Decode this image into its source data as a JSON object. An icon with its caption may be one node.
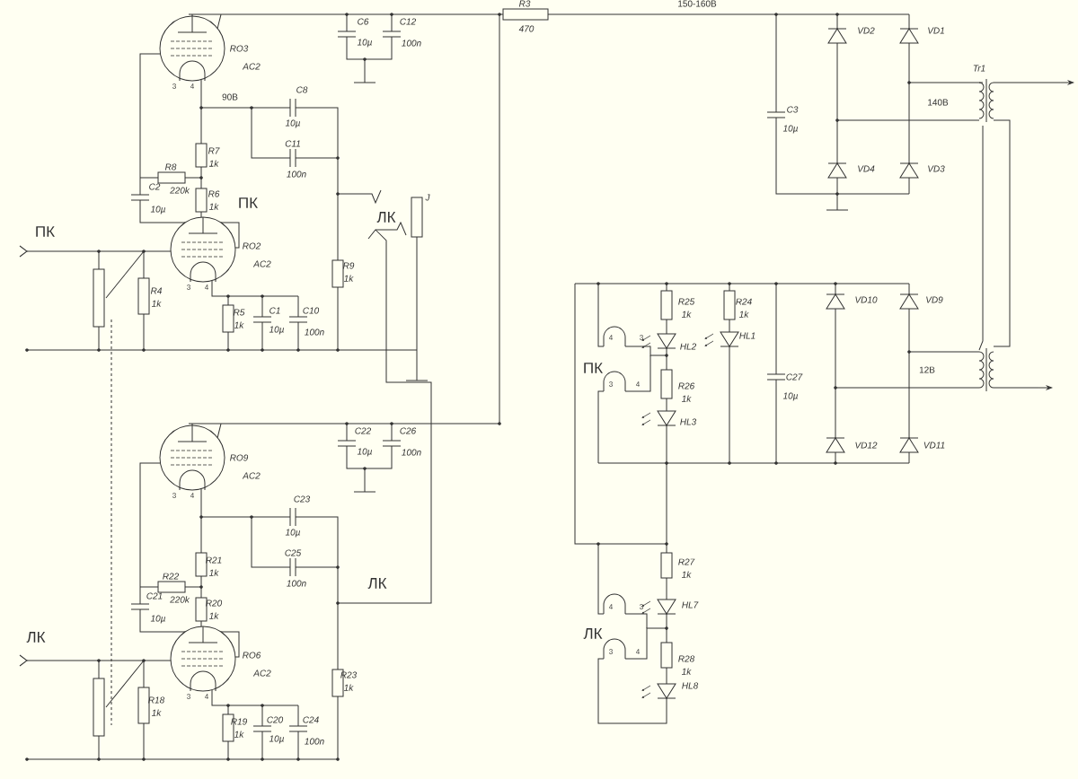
{
  "diagram": {
    "labels": [
      "RO3",
      "AC2",
      "3",
      "4",
      "C6",
      "10µ",
      "C12",
      "100n",
      "R3",
      "470",
      "150-160В",
      "90В",
      "C8",
      "10µ",
      "C11",
      "100n",
      "R7",
      "1k",
      "R8",
      "C2",
      "220k",
      "10µ",
      "R6",
      "1k",
      "ПК",
      "J",
      "ЛК",
      "ПК",
      "RO2",
      "AC2",
      "3",
      "4",
      "R4",
      "1k",
      "R5",
      "1k",
      "C1",
      "10µ",
      "C10",
      "100n",
      "R9",
      "1k",
      "RO9",
      "AC2",
      "3",
      "4",
      "C22",
      "10µ",
      "C26",
      "100n",
      "C23",
      "10µ",
      "C25",
      "100n",
      "R21",
      "1k",
      "R22",
      "C21",
      "220k",
      "10µ",
      "R20",
      "1k",
      "ЛК",
      "ЛК",
      "RO6",
      "AC2",
      "3",
      "4",
      "R18",
      "1k",
      "R19",
      "1k",
      "C20",
      "10µ",
      "C24",
      "100n",
      "R23",
      "1k",
      "VD2",
      "VD1",
      "Tr1",
      "140В",
      "C3",
      "10µ",
      "VD4",
      "VD3",
      "R25",
      "1k",
      "R24",
      "1k",
      "4",
      "3",
      "HL2",
      "HL1",
      "ПК",
      "3",
      "4",
      "R26",
      "1k",
      "HL3",
      "C27",
      "10µ",
      "VD10",
      "VD9",
      "12В",
      "VD12",
      "VD11",
      "R27",
      "1k",
      "4",
      "3",
      "HL7",
      "ЛК",
      "3",
      "4",
      "R28",
      "1k",
      "HL8"
    ]
  }
}
